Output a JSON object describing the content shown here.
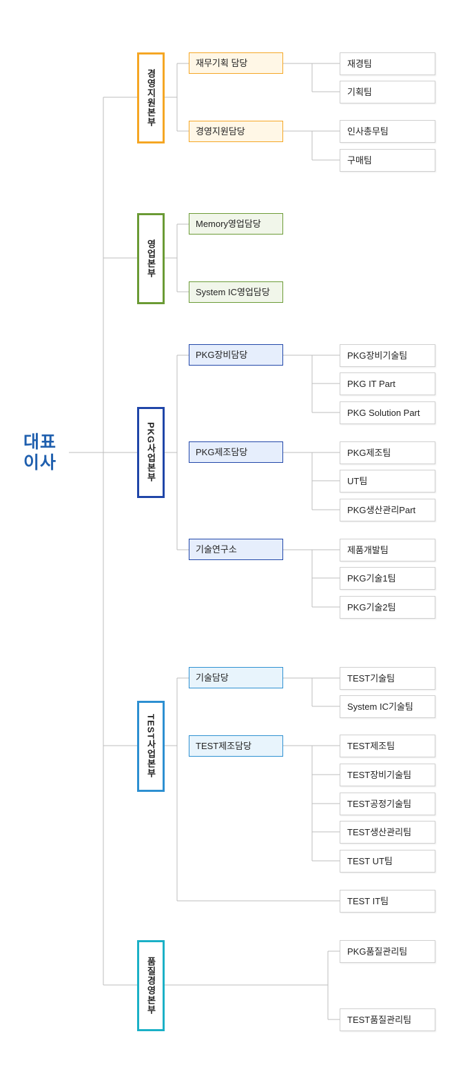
{
  "ceo": {
    "line1": "대표",
    "line2": "이사",
    "color": "#1f5fae"
  },
  "colors": {
    "line": "#bcbcbc",
    "div1": "#f5a623",
    "div1_fill": "#fff7e6",
    "div2": "#6a9a34",
    "div2_fill": "#f1f6ea",
    "div3": "#1f45a8",
    "div3_fill": "#e6eefc",
    "div4": "#2c8fd1",
    "div4_fill": "#e8f4fc",
    "div5": "#1ab0c6"
  },
  "divisions": {
    "mgmt": {
      "name": "경영지원본부"
    },
    "sales": {
      "name": "영업본부"
    },
    "pkg": {
      "name": "PKG사업본부"
    },
    "test": {
      "name": "TEST사업본부"
    },
    "qa": {
      "name": "품질경영본부"
    }
  },
  "departments": {
    "finance": "재무기획 담당",
    "mgmt_support": "경영지원담당",
    "memory_sales": "Memory영업담당",
    "sysic_sales": "System IC영업담당",
    "pkg_equip": "PKG장비담당",
    "pkg_mfg": "PKG제조담당",
    "rnd": "기술연구소",
    "tech": "기술담당",
    "test_mfg": "TEST제조담당"
  },
  "teams": {
    "t01": "재경팀",
    "t02": "기획팀",
    "t03": "인사총무팀",
    "t04": "구매팀",
    "t05": "PKG장비기술팀",
    "t06": "PKG IT Part",
    "t07": "PKG Solution Part",
    "t08": "PKG제조팀",
    "t09": "UT팀",
    "t10": "PKG생산관리Part",
    "t11": "제품개발팀",
    "t12": "PKG기술1팀",
    "t13": "PKG기술2팀",
    "t14": "TEST기술팀",
    "t15": "System IC기술팀",
    "t16": "TEST제조팀",
    "t17": "TEST장비기술팀",
    "t18": "TEST공정기술팀",
    "t19": "TEST생산관리팀",
    "t20": "TEST UT팀",
    "t21": "TEST IT팀",
    "t22": "PKG품질관리팀",
    "t23": "TEST품질관리팀"
  }
}
